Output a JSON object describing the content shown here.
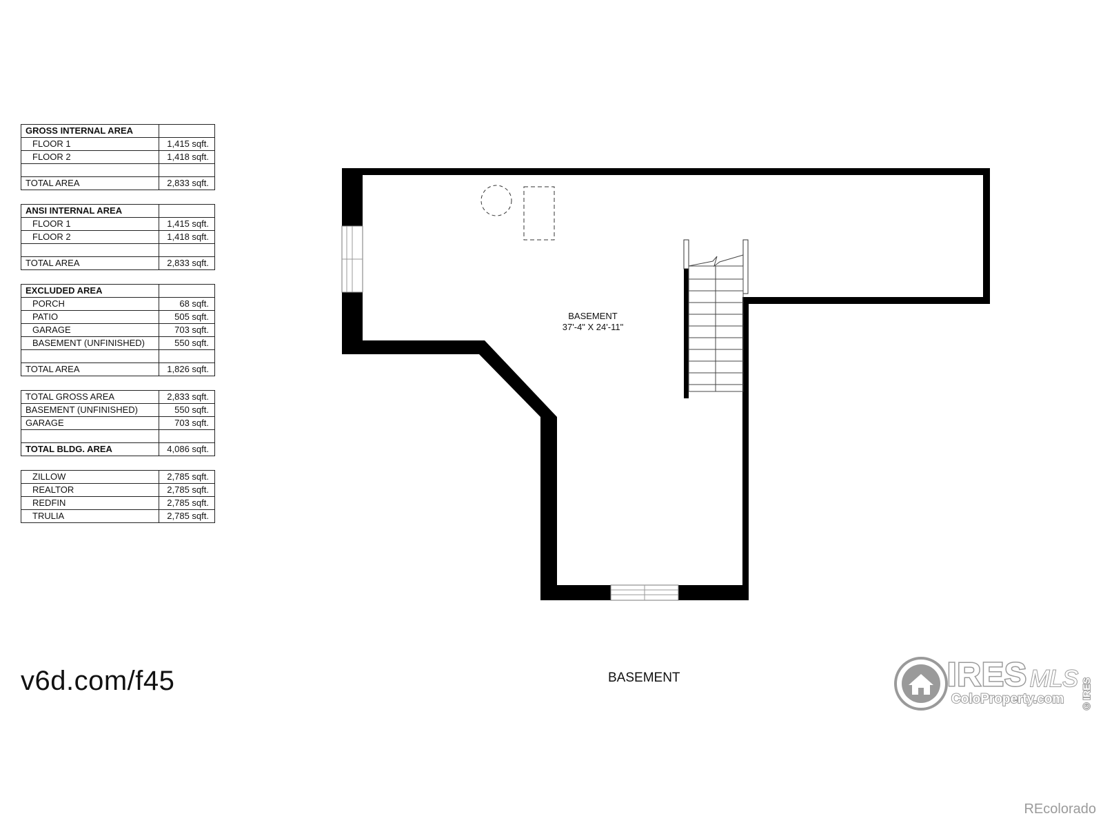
{
  "area_tables": [
    {
      "header": {
        "label": "GROSS INTERNAL AREA",
        "value": ""
      },
      "rows": [
        {
          "label": "FLOOR 1",
          "value": "1,415 sqft."
        },
        {
          "label": "FLOOR 2",
          "value": "1,418 sqft."
        },
        {
          "label": "",
          "value": ""
        }
      ],
      "total": {
        "label": "TOTAL AREA",
        "value": "2,833 sqft."
      }
    },
    {
      "header": {
        "label": "ANSI INTERNAL AREA",
        "value": ""
      },
      "rows": [
        {
          "label": "FLOOR 1",
          "value": "1,415 sqft."
        },
        {
          "label": "FLOOR 2",
          "value": "1,418 sqft."
        },
        {
          "label": "",
          "value": ""
        }
      ],
      "total": {
        "label": "TOTAL AREA",
        "value": "2,833 sqft."
      }
    },
    {
      "header": {
        "label": "EXCLUDED AREA",
        "value": ""
      },
      "rows": [
        {
          "label": "PORCH",
          "value": "68 sqft."
        },
        {
          "label": "PATIO",
          "value": "505 sqft."
        },
        {
          "label": "GARAGE",
          "value": "703 sqft."
        },
        {
          "label": "BASEMENT (UNFINISHED)",
          "value": "550 sqft."
        },
        {
          "label": "",
          "value": ""
        }
      ],
      "total": {
        "label": "TOTAL AREA",
        "value": "1,826 sqft."
      }
    },
    {
      "rows": [
        {
          "label": "TOTAL GROSS AREA",
          "value": "2,833 sqft."
        },
        {
          "label": "BASEMENT (UNFINISHED)",
          "value": "550 sqft."
        },
        {
          "label": "GARAGE",
          "value": "703 sqft."
        },
        {
          "label": "",
          "value": ""
        }
      ],
      "total": {
        "label": "TOTAL BLDG. AREA",
        "value": "4,086 sqft.",
        "bold": true
      }
    },
    {
      "rows": [
        {
          "label": "ZILLOW",
          "value": "2,785 sqft."
        },
        {
          "label": "REALTOR",
          "value": "2,785 sqft."
        },
        {
          "label": "REDFIN",
          "value": "2,785 sqft."
        },
        {
          "label": "TRULIA",
          "value": "2,785 sqft."
        }
      ]
    }
  ],
  "floor_plan": {
    "room_name": "BASEMENT",
    "room_dimensions": "37'-4\" X 24'-11\"",
    "level_title": "BASEMENT"
  },
  "footer": {
    "url": "v6d.com/f45",
    "logo_word": "IRES",
    "logo_mls": "MLS",
    "logo_sub": "ColoProperty.com",
    "logo_side": "© IRES",
    "credit": "REcolorado"
  }
}
